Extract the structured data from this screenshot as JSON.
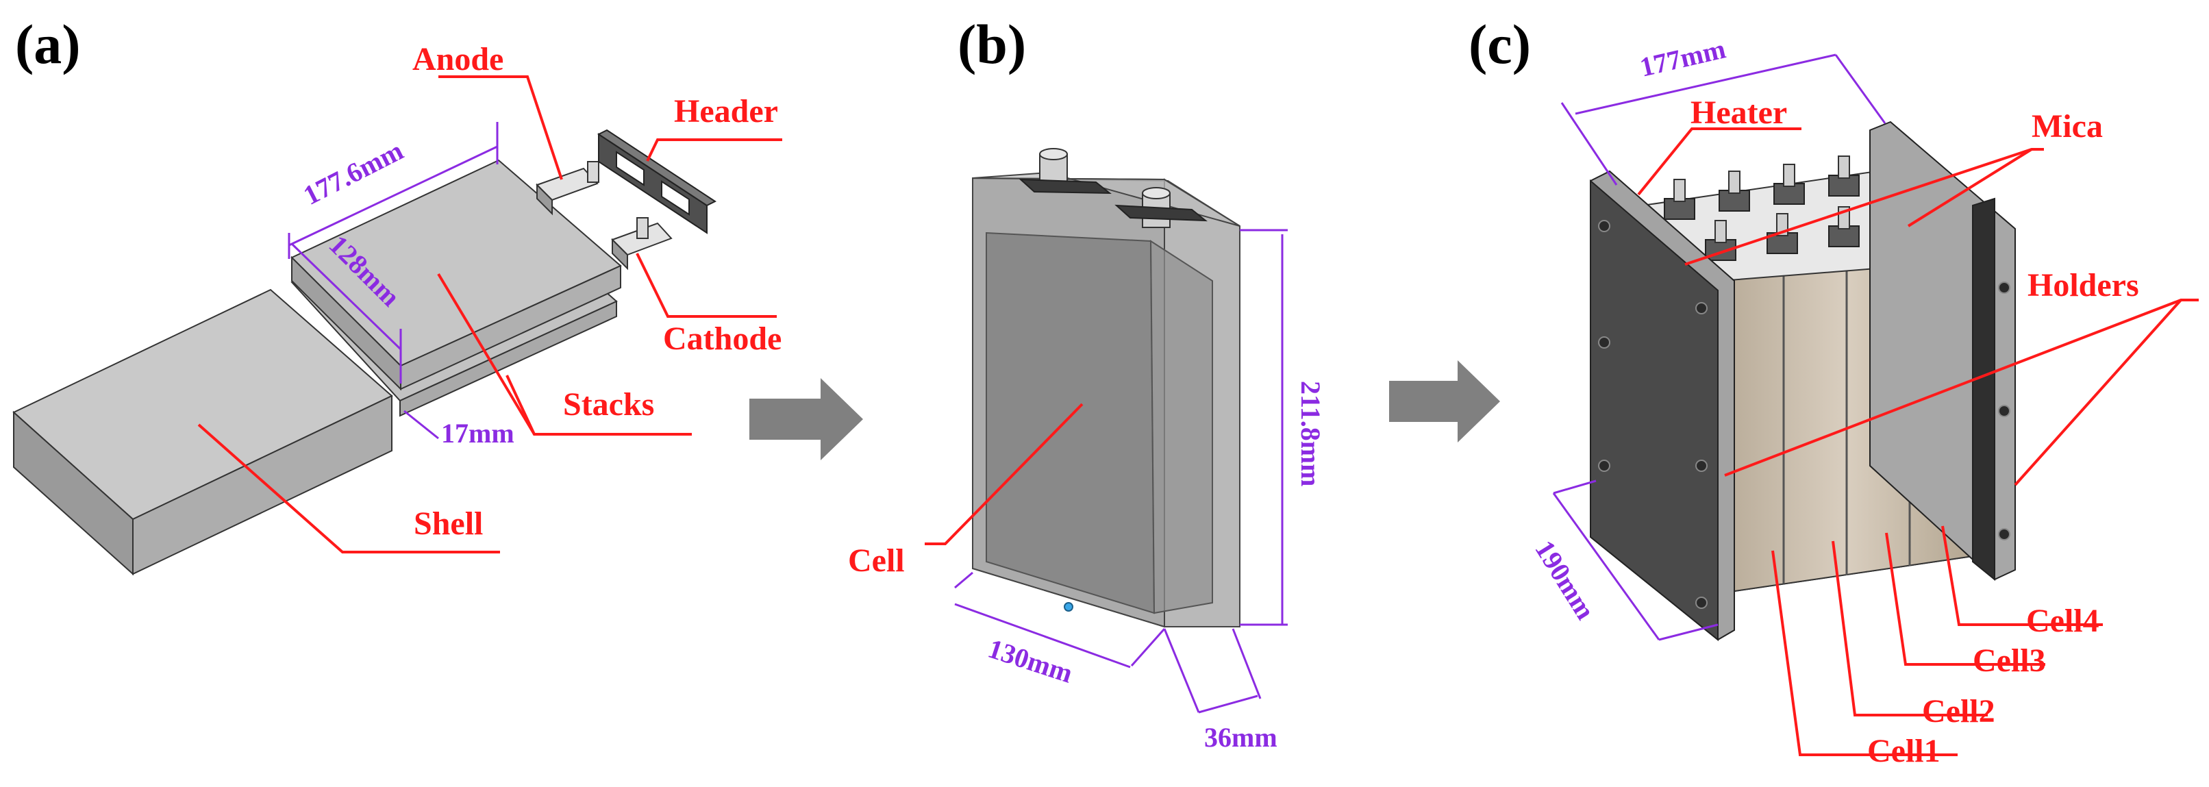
{
  "colors": {
    "label_red": "#ff1a1a",
    "dimension_purple": "#8b2be2",
    "arrow_gray": "#808080",
    "shell_gray": "#b0b0b0",
    "cell_brown": "#c9bba8",
    "holder_dark": "#4a4a4a"
  },
  "panels": {
    "a": {
      "letter": "(a)",
      "labels": {
        "anode": "Anode",
        "header": "Header",
        "cathode": "Cathode",
        "stacks": "Stacks",
        "shell": "Shell"
      },
      "dimensions": {
        "length": "177.6mm",
        "width": "128mm",
        "thickness": "17mm"
      }
    },
    "b": {
      "letter": "(b)",
      "labels": {
        "cell": "Cell"
      },
      "dimensions": {
        "height": "211.8mm",
        "width": "130mm",
        "depth": "36mm"
      }
    },
    "c": {
      "letter": "(c)",
      "labels": {
        "heater": "Heater",
        "mica": "Mica",
        "holders": "Holders",
        "cell1": "Cell1",
        "cell2": "Cell2",
        "cell3": "Cell3",
        "cell4": "Cell4"
      },
      "dimensions": {
        "top": "177mm",
        "side": "190mm"
      }
    }
  }
}
